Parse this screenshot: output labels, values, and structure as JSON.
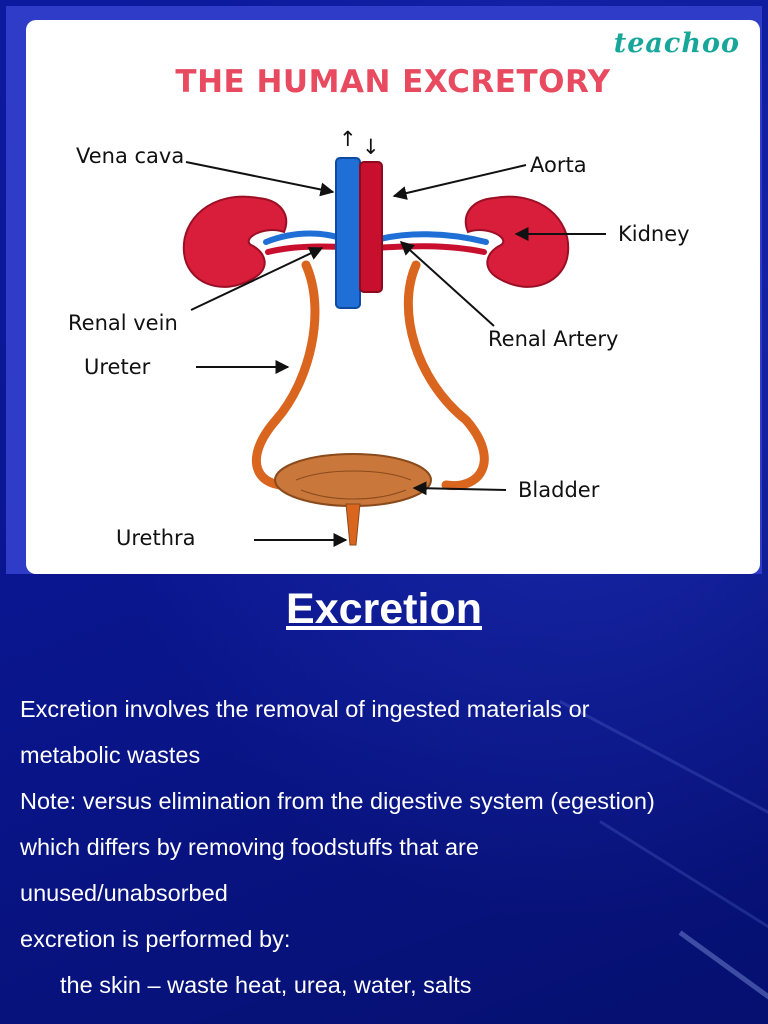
{
  "figure": {
    "logo": "teachoo",
    "title": "THE HUMAN EXCRETORY",
    "labels": {
      "vena_cava": "Vena cava",
      "aorta": "Aorta",
      "kidney": "Kidney",
      "renal_vein": "Renal vein",
      "renal_artery": "Renal Artery",
      "ureter": "Ureter",
      "bladder": "Bladder",
      "urethra": "Urethra"
    },
    "flow_arrows": [
      "↑",
      "↓"
    ],
    "colors": {
      "title": "#e84a5f",
      "logo": "#17a79a",
      "vein": "#1f6fd6",
      "artery": "#c8102e",
      "ureter": "#d9651e"
    }
  },
  "slide": {
    "title": "Excretion",
    "lines": [
      "Excretion involves the removal of ingested materials or",
      "metabolic wastes",
      "Note: versus elimination from the digestive system (egestion)",
      "which differs by removing foodstuffs that are",
      "unused/unabsorbed",
      "excretion is performed by:",
      "the skin – waste heat, urea, water, salts"
    ]
  }
}
